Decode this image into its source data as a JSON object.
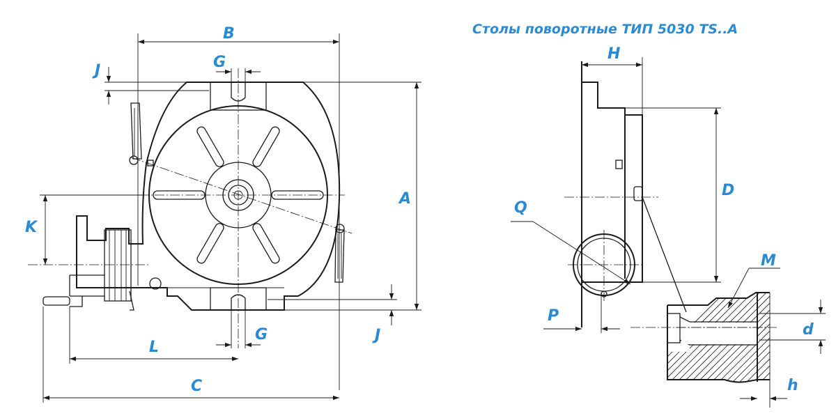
{
  "title": "Столы поворотные ТИП 5030 TS..A",
  "labels": {
    "A": "A",
    "B": "B",
    "C": "C",
    "D": "D",
    "G_top": "G",
    "G_bottom": "G",
    "H": "H",
    "J_top": "J",
    "J_bottom": "J",
    "K": "K",
    "L": "L",
    "M": "M",
    "P": "P",
    "Q": "Q",
    "d": "d",
    "h": "h"
  },
  "colors": {
    "label": "#2a8bd2",
    "line": "#1a1a1a",
    "background": "#ffffff"
  }
}
